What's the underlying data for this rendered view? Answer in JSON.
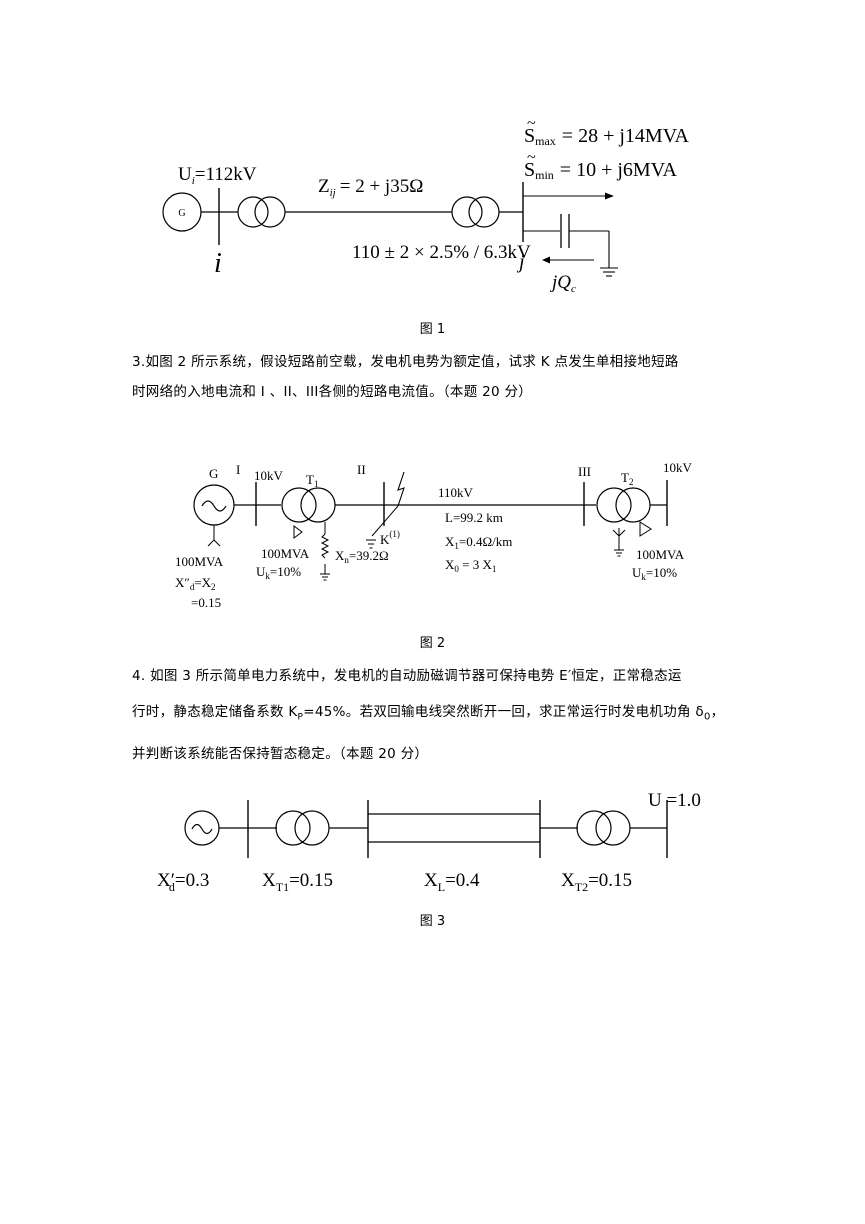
{
  "fig1": {
    "smax_label": "S",
    "smax_sub": "max",
    "smax_value": "= 28 + j14MVA",
    "smin_label": "S",
    "smin_sub": "min",
    "smin_value": "= 10 + j6MVA",
    "ui_label": "U",
    "ui_sub": "i",
    "ui_value": "=112kV",
    "zij_label": "Z",
    "zij_sub": "ij",
    "zij_value": "= 2 + j35Ω",
    "gen": "G",
    "node_i": "i",
    "node_j": "j",
    "ratio": "110 ± 2 × 2.5% / 6.3kV",
    "qc_label": "jQ",
    "qc_sub": "c",
    "caption": "图 1"
  },
  "q3": {
    "line1": "3.如图 2 所示系统，假设短路前空载，发电机电势为额定值，试求 K 点发生单相接地短路",
    "line2": "时网络的入地电流和 I 、II、III各侧的短路电流值。（本题 20 分）"
  },
  "fig2": {
    "gen": "G",
    "bus1": "I",
    "bus2": "II",
    "bus3": "III",
    "v10a": "10kV",
    "v10b": "10kV",
    "v110": "110kV",
    "t1": "T",
    "t1_sub": "1",
    "t2": "T",
    "t2_sub": "2",
    "fault": "K",
    "fault_sup": "(1)",
    "line_L": "L=99.2 km",
    "line_x1": "X",
    "line_x1_sub": "1",
    "line_x1_val": "=0.4Ω/km",
    "line_x0": "X",
    "line_x0_sub": "0",
    "line_x0_val": " = 3 X",
    "line_x0_sub2": "1",
    "xn": "X",
    "xn_sub": "n",
    "xn_val": "=39.2Ω",
    "gen_mva": "100MVA",
    "gen_x": "X″",
    "gen_x_sub": "d",
    "gen_x_mid": "=X",
    "gen_x_sub2": "2",
    "gen_x_val": "=0.15",
    "t1_mva": "100MVA",
    "t1_uk": "U",
    "t1_uk_sub": "k",
    "t1_uk_val": "=10%",
    "t2_mva": "100MVA",
    "t2_uk": "U",
    "t2_uk_sub": "k",
    "t2_uk_val": "=10%",
    "caption": "图 2"
  },
  "q4": {
    "line1": "4. 如图 3 所示简单电力系统中，发电机的自动励磁调节器可保持电势 E′恒定，正常稳态运",
    "line2a": "行时，静态稳定储备系数 K",
    "line2sub": "P",
    "line2b": "=45%。若双回输电线突然断开一回，求正常运行时发电机功角 δ",
    "line2sub2": "0",
    "line2c": "，",
    "line3": "并判断该系统能否保持暂态稳定。（本题 20 分）"
  },
  "fig3": {
    "u_label": "U =1.0",
    "xd": "X′",
    "xd_sub": "d",
    "xd_val": "=0.3",
    "xt1": "X",
    "xt1_sub": "T1",
    "xt1_val": "=0.15",
    "xl": "X",
    "xl_sub": "L",
    "xl_val": "=0.4",
    "xt2": "X",
    "xt2_sub": "T2",
    "xt2_val": "=0.15",
    "caption": "图 3"
  }
}
